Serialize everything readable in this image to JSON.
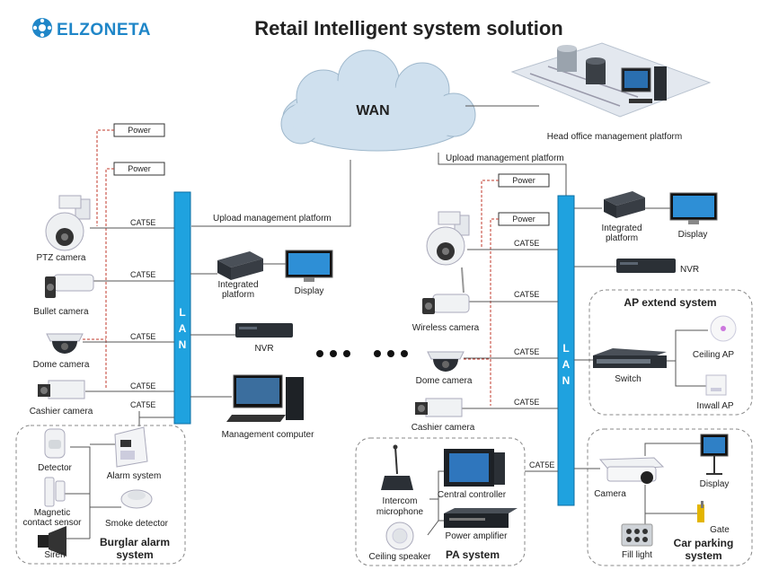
{
  "brand": {
    "logo_text": "ELZONETA",
    "accent": "#1f86c8"
  },
  "title": "Retail Intelligent system solution",
  "wan_label": "WAN",
  "lan_label": [
    "L",
    "A",
    "N"
  ],
  "head_office": "Head office management platform",
  "upload_label": "Upload management platform",
  "cable_label": "CAT5E",
  "power_label": "Power",
  "left": {
    "devices": [
      "PTZ camera",
      "Bullet camera",
      "Dome camera",
      "Cashier camera"
    ],
    "integrated": "Integrated platform",
    "display": "Display",
    "nvr": "NVR",
    "management_computer": "Management computer"
  },
  "burglar": {
    "title": "Burglar alarm system",
    "items": [
      "Detector",
      "Alarm system",
      "Magnetic contact sensor",
      "Smoke detector",
      "Siren"
    ]
  },
  "right": {
    "devices": [
      "Wireless camera",
      "Dome camera",
      "Cashier camera"
    ],
    "integrated": "Integrated platform",
    "display": "Display",
    "nvr": "NVR"
  },
  "ap": {
    "title": "AP extend system",
    "switch": "Switch",
    "ceiling_ap": "Ceiling AP",
    "inwall_ap": "Inwall AP"
  },
  "pa": {
    "title": "PA system",
    "intercom": "Intercom microphone",
    "controller": "Central controller",
    "amplifier": "Power amplifier",
    "speaker": "Ceiling speaker"
  },
  "parking": {
    "title": "Car parking system",
    "camera": "Camera",
    "display": "Display",
    "gate": "Gate",
    "fill_light": "Fill light"
  }
}
